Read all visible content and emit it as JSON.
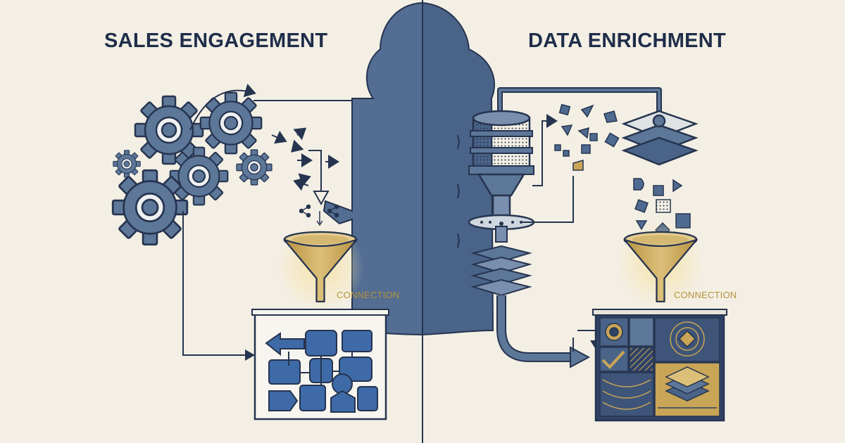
{
  "left_panel": {
    "title": "SALES ENGAGEMENT",
    "funnel_caption": "CONNECTION"
  },
  "right_panel": {
    "title": "DATA ENRICHMENT",
    "funnel_caption": "CONNECTION"
  },
  "colors": {
    "background": "#f3efe4",
    "navy": "#1f2d4a",
    "slate_blue": "#4f6a90",
    "steel_blue": "#5d7799",
    "royal_blue": "#3e6aa8",
    "gold": "#c9a557",
    "gold_text": "#b7923b"
  }
}
